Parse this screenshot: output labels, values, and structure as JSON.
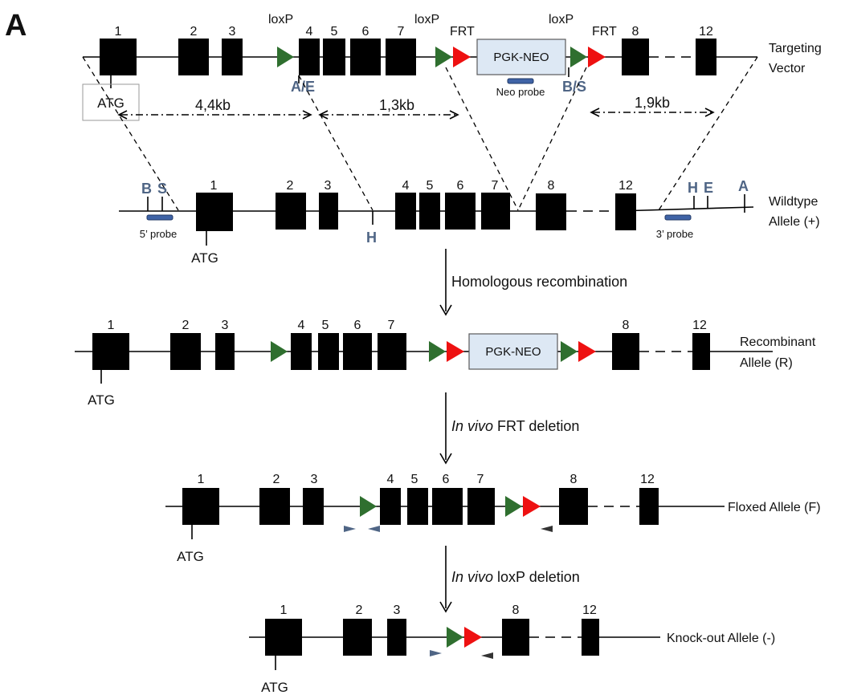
{
  "panel_label": "A",
  "colors": {
    "loxp": "#2f6f2f",
    "frt": "#ee1111",
    "probe": "#3f63a6",
    "site_label": "#4f6585",
    "neo_box": "#dde8f4",
    "primer": "#4f6585"
  },
  "labels": {
    "targeting_vector": [
      "Targeting",
      "Vector"
    ],
    "wildtype": [
      "Wildtype",
      "Allele (+)"
    ],
    "recombinant": [
      "Recombinant",
      "Allele (R)"
    ],
    "floxed": "Floxed Allele (F)",
    "knockout": "Knock-out Allele (-)"
  },
  "steps": {
    "homologous": "Homologous recombination",
    "frt_italic": "In vivo",
    "frt_rest": " FRT deletion",
    "loxp_italic": "In vivo",
    "loxp_rest": " loxP deletion"
  },
  "vector": {
    "exons": [
      "1",
      "2",
      "3",
      "4",
      "5",
      "6",
      "7",
      "8",
      "12"
    ],
    "loxp": "loxP",
    "frt": "FRT",
    "neo": "PGK-NEO",
    "neo_probe": "Neo probe",
    "site_left": "A/E",
    "site_right": "B/S",
    "atg": "ATG"
  },
  "distances": [
    "4,4kb",
    "1,3kb",
    "1,9kb"
  ],
  "wildtype": {
    "exons": [
      "1",
      "2",
      "3",
      "4",
      "5",
      "6",
      "7",
      "8",
      "12"
    ],
    "sites": {
      "b": "B",
      "s": "S",
      "h_mid": "H",
      "h_right": "H",
      "e": "E",
      "a": "A"
    },
    "probe5": "5’ probe",
    "probe3": "3’ probe",
    "atg": "ATG"
  },
  "recombinant": {
    "exons": [
      "1",
      "2",
      "3",
      "4",
      "5",
      "6",
      "7",
      "8",
      "12"
    ],
    "neo": "PGK-NEO",
    "atg": "ATG"
  },
  "floxed": {
    "exons": [
      "1",
      "2",
      "3",
      "4",
      "5",
      "6",
      "7",
      "8",
      "12"
    ],
    "atg": "ATG"
  },
  "knockout": {
    "exons": [
      "1",
      "2",
      "3",
      "8",
      "12"
    ],
    "atg": "ATG"
  }
}
